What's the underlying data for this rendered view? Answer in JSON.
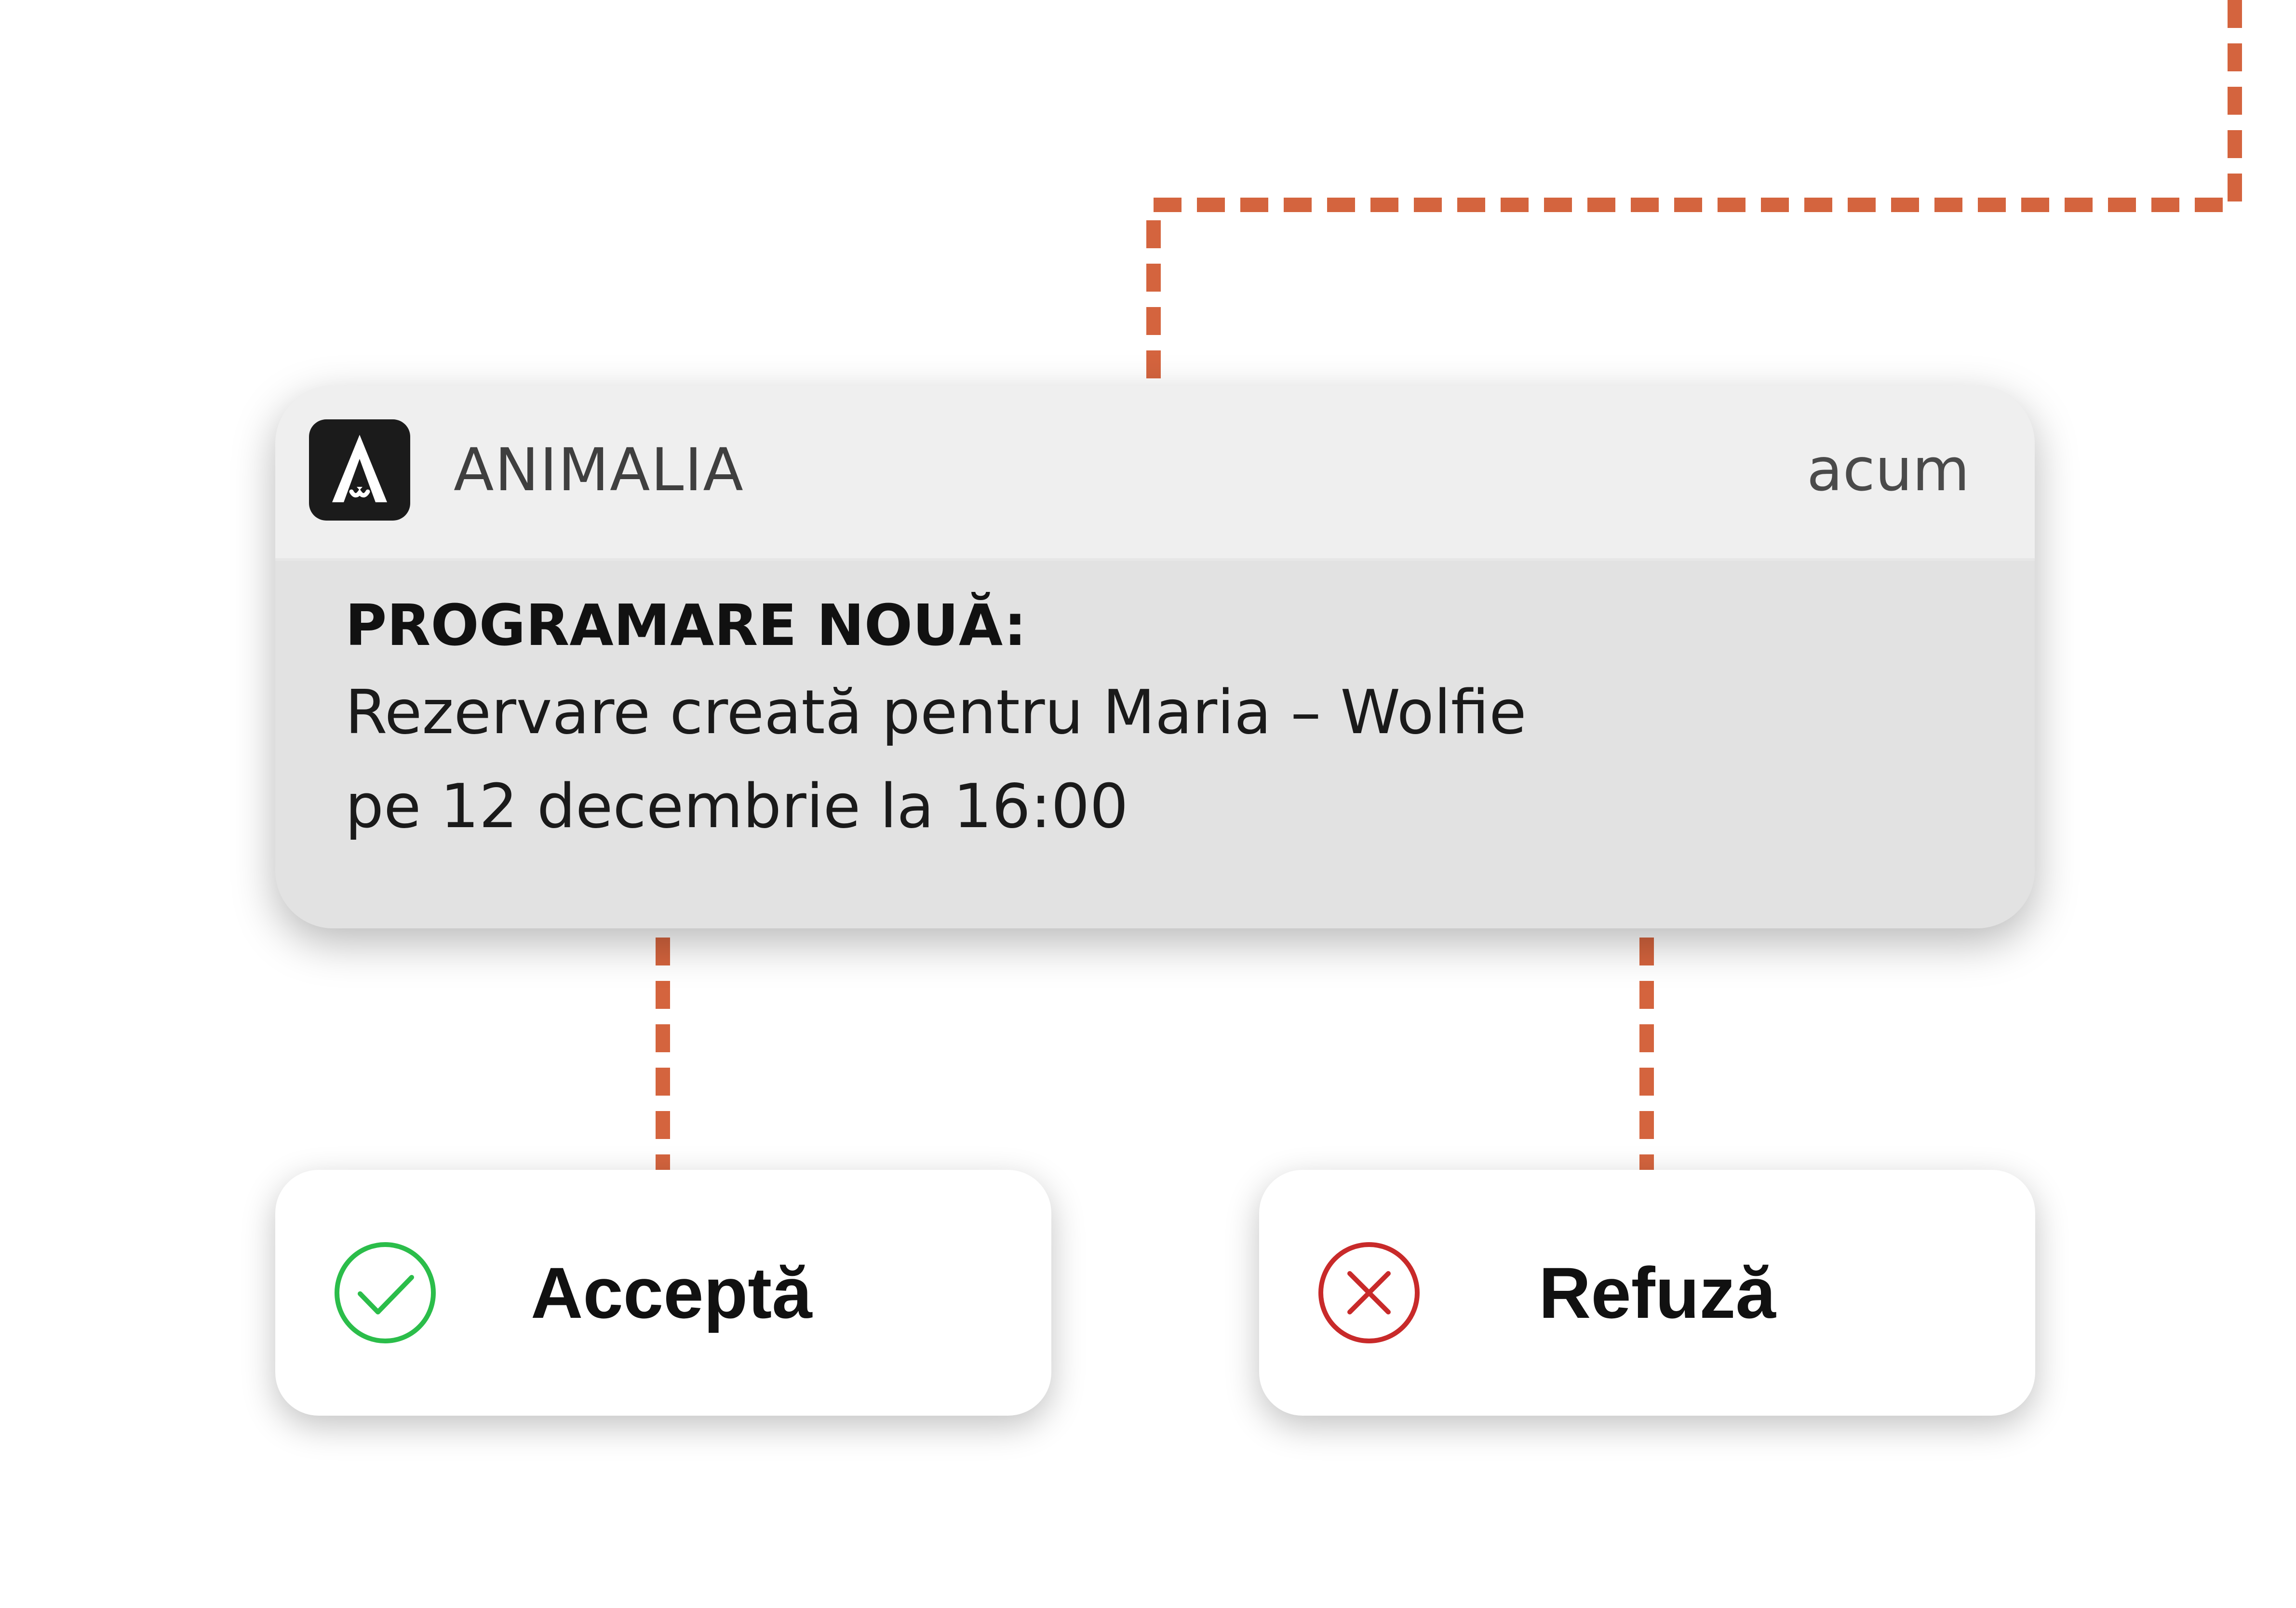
{
  "notification": {
    "app_name": "ANIMALIA",
    "time": "acum",
    "title": "PROGRAMARE NOUĂ:",
    "line1": "Rezervare creată pentru Maria – Wolfie",
    "line2": "pe 12 decembrie la 16:00"
  },
  "actions": {
    "accept_label": "Acceptă",
    "refuse_label": "Refuză"
  },
  "icons": {
    "app": "animalia-logo-icon",
    "accept": "check-circle-icon",
    "refuse": "close-circle-icon"
  },
  "colors": {
    "connector": "#d4643e",
    "accept": "#2bbd4a",
    "refuse": "#c82a2a",
    "app_icon_bg": "#1b1b1b"
  }
}
